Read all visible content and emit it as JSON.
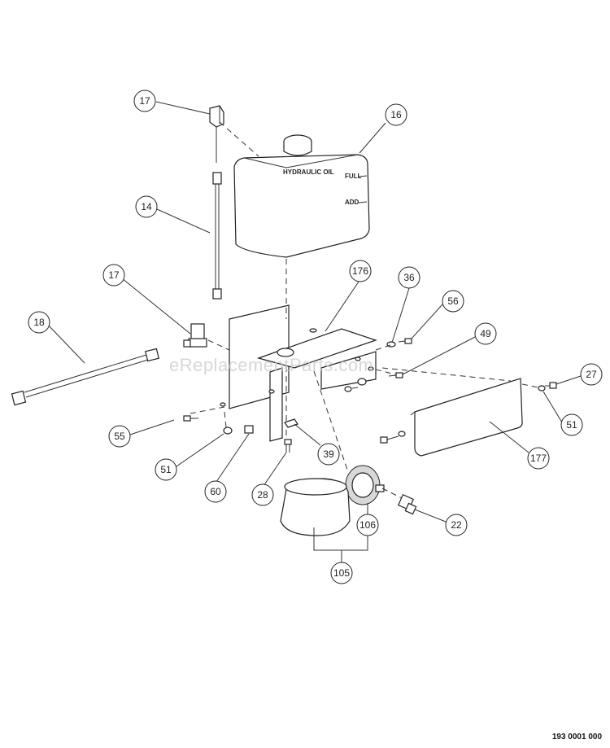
{
  "watermark": "eReplacementParts.com",
  "drawing_number": "193 0001 000",
  "tank_labels": {
    "brand": "HYDRAULIC OIL",
    "full": "FULL",
    "add": "ADD"
  },
  "callouts": [
    {
      "id": "c17a",
      "label": "17"
    },
    {
      "id": "c16",
      "label": "16"
    },
    {
      "id": "c14",
      "label": "14"
    },
    {
      "id": "c17b",
      "label": "17"
    },
    {
      "id": "c176",
      "label": "176"
    },
    {
      "id": "c36",
      "label": "36"
    },
    {
      "id": "c56",
      "label": "56"
    },
    {
      "id": "c18",
      "label": "18"
    },
    {
      "id": "c49",
      "label": "49"
    },
    {
      "id": "c27",
      "label": "27"
    },
    {
      "id": "c55",
      "label": "55"
    },
    {
      "id": "c51a",
      "label": "51"
    },
    {
      "id": "c51b",
      "label": "51"
    },
    {
      "id": "c39",
      "label": "39"
    },
    {
      "id": "c177",
      "label": "177"
    },
    {
      "id": "c60",
      "label": "60"
    },
    {
      "id": "c28",
      "label": "28"
    },
    {
      "id": "c22",
      "label": "22"
    },
    {
      "id": "c106",
      "label": "106"
    },
    {
      "id": "c105",
      "label": "105"
    }
  ]
}
